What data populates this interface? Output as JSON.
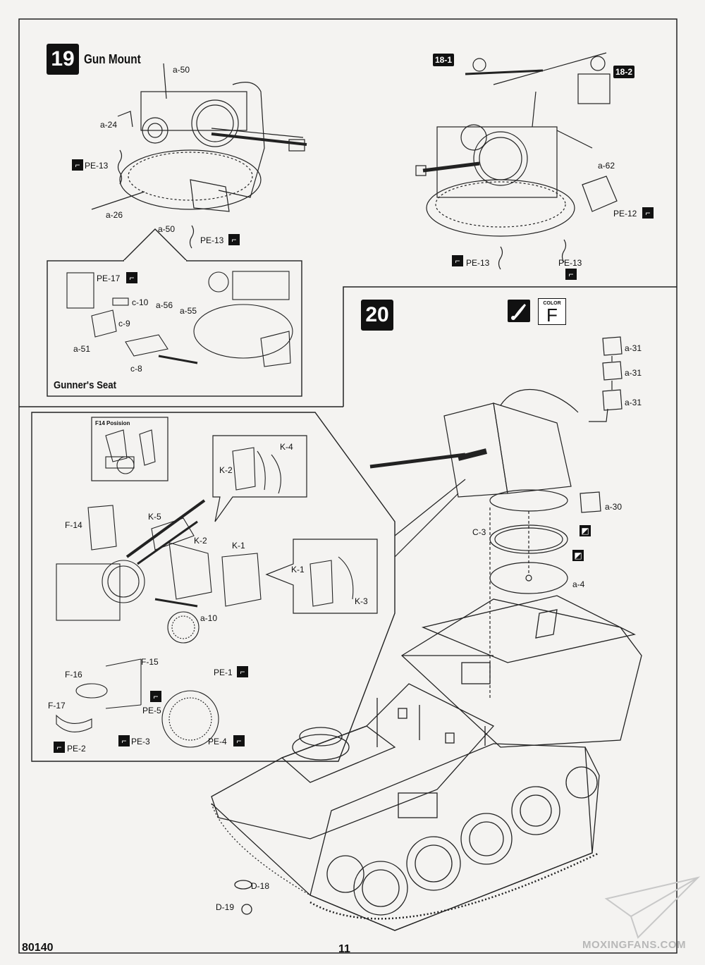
{
  "step19": {
    "number": "19",
    "title": "Gun Mount",
    "ref_left": "18-1",
    "ref_right": "18-2",
    "labels": {
      "a50_top": "a-50",
      "a24": "a-24",
      "pe13_left": "PE-13",
      "a26": "a-26",
      "a50_bottom": "a-50",
      "pe13_bottom": "PE-13",
      "a62": "a-62",
      "pe12": "PE-12",
      "pe13_r1": "PE-13",
      "pe13_r2": "PE-13"
    },
    "gunners_seat": {
      "title": "Gunner's Seat",
      "labels": {
        "pe17": "PE-17",
        "c10": "c-10",
        "c9": "c-9",
        "a51": "a-51",
        "c8": "c-8",
        "a56": "a-56",
        "a55": "a-55"
      }
    }
  },
  "step20": {
    "number": "20",
    "color_label": "COLOR",
    "color_code": "F",
    "labels": {
      "a31_1": "a-31",
      "a31_2": "a-31",
      "a31_3": "a-31",
      "a30": "a-30",
      "c3": "C-3",
      "a4": "a-4",
      "d18": "D-18",
      "d19": "D-19"
    },
    "detail": {
      "f14_title": "F14 Posision",
      "labels": {
        "f14": "F-14",
        "k5": "K-5",
        "k2": "K-2",
        "k1": "K-1",
        "a10": "a-10",
        "k4_top": "K-4",
        "k2_top": "K-2",
        "k1_right": "K-1",
        "k3_right": "K-3",
        "f15": "F-15",
        "f16": "F-16",
        "f17": "F-17",
        "pe1": "PE-1",
        "pe5": "PE-5",
        "pe3": "PE-3",
        "pe4": "PE-4",
        "pe2": "PE-2"
      }
    }
  },
  "footer": {
    "product_code": "80140",
    "page_number": "11",
    "watermark": "MOXINGFANS.COM"
  },
  "icons": {
    "photo_etch": "photo-etch-icon",
    "paint": "paint-brush-icon",
    "glue": "glue-icon"
  }
}
